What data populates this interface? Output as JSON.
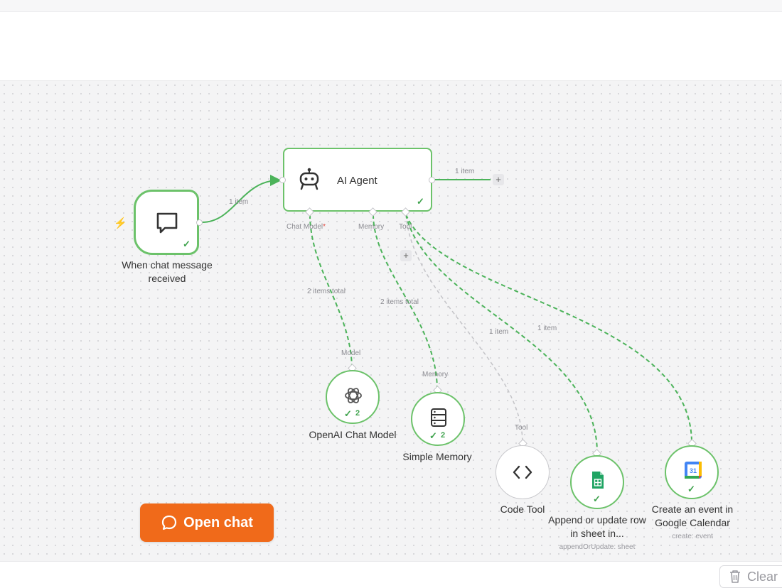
{
  "workflow": {
    "trigger": {
      "label": "When chat message received",
      "output_count": "1 item"
    },
    "agent": {
      "label": "AI Agent",
      "output_count": "1 item",
      "ports": {
        "chat_model": "Chat Model",
        "chat_model_required": "*",
        "memory": "Memory",
        "tool": "Tool"
      }
    },
    "edge_labels": {
      "model_items": "2 items total",
      "memory_items": "2 items total",
      "sheet_items": "1 item",
      "calendar_items": "1 item"
    },
    "subnodes": [
      {
        "label": "OpenAI Chat Model",
        "port": "Model",
        "runs": "2",
        "icon": "openai-icon"
      },
      {
        "label": "Simple Memory",
        "port": "Memory",
        "runs": "2",
        "icon": "database-icon"
      },
      {
        "label": "Code Tool",
        "port": "Tool",
        "icon": "code-icon"
      },
      {
        "label": "Append or update row in sheet in...",
        "sublabel": "appendOrUpdate: sheet",
        "icon": "google-sheets-icon"
      },
      {
        "label": "Create an event in Google Calendar",
        "sublabel": "create: event",
        "icon": "google-calendar-icon",
        "calendar_day": "31"
      }
    ]
  },
  "open_chat": {
    "label": "Open chat"
  },
  "clear": {
    "label": "Clear"
  },
  "colors": {
    "success": "#3fa34d",
    "edge_active": "#4cb35a",
    "accent": "#f06a1a",
    "canvas": "#f4f4f5"
  }
}
